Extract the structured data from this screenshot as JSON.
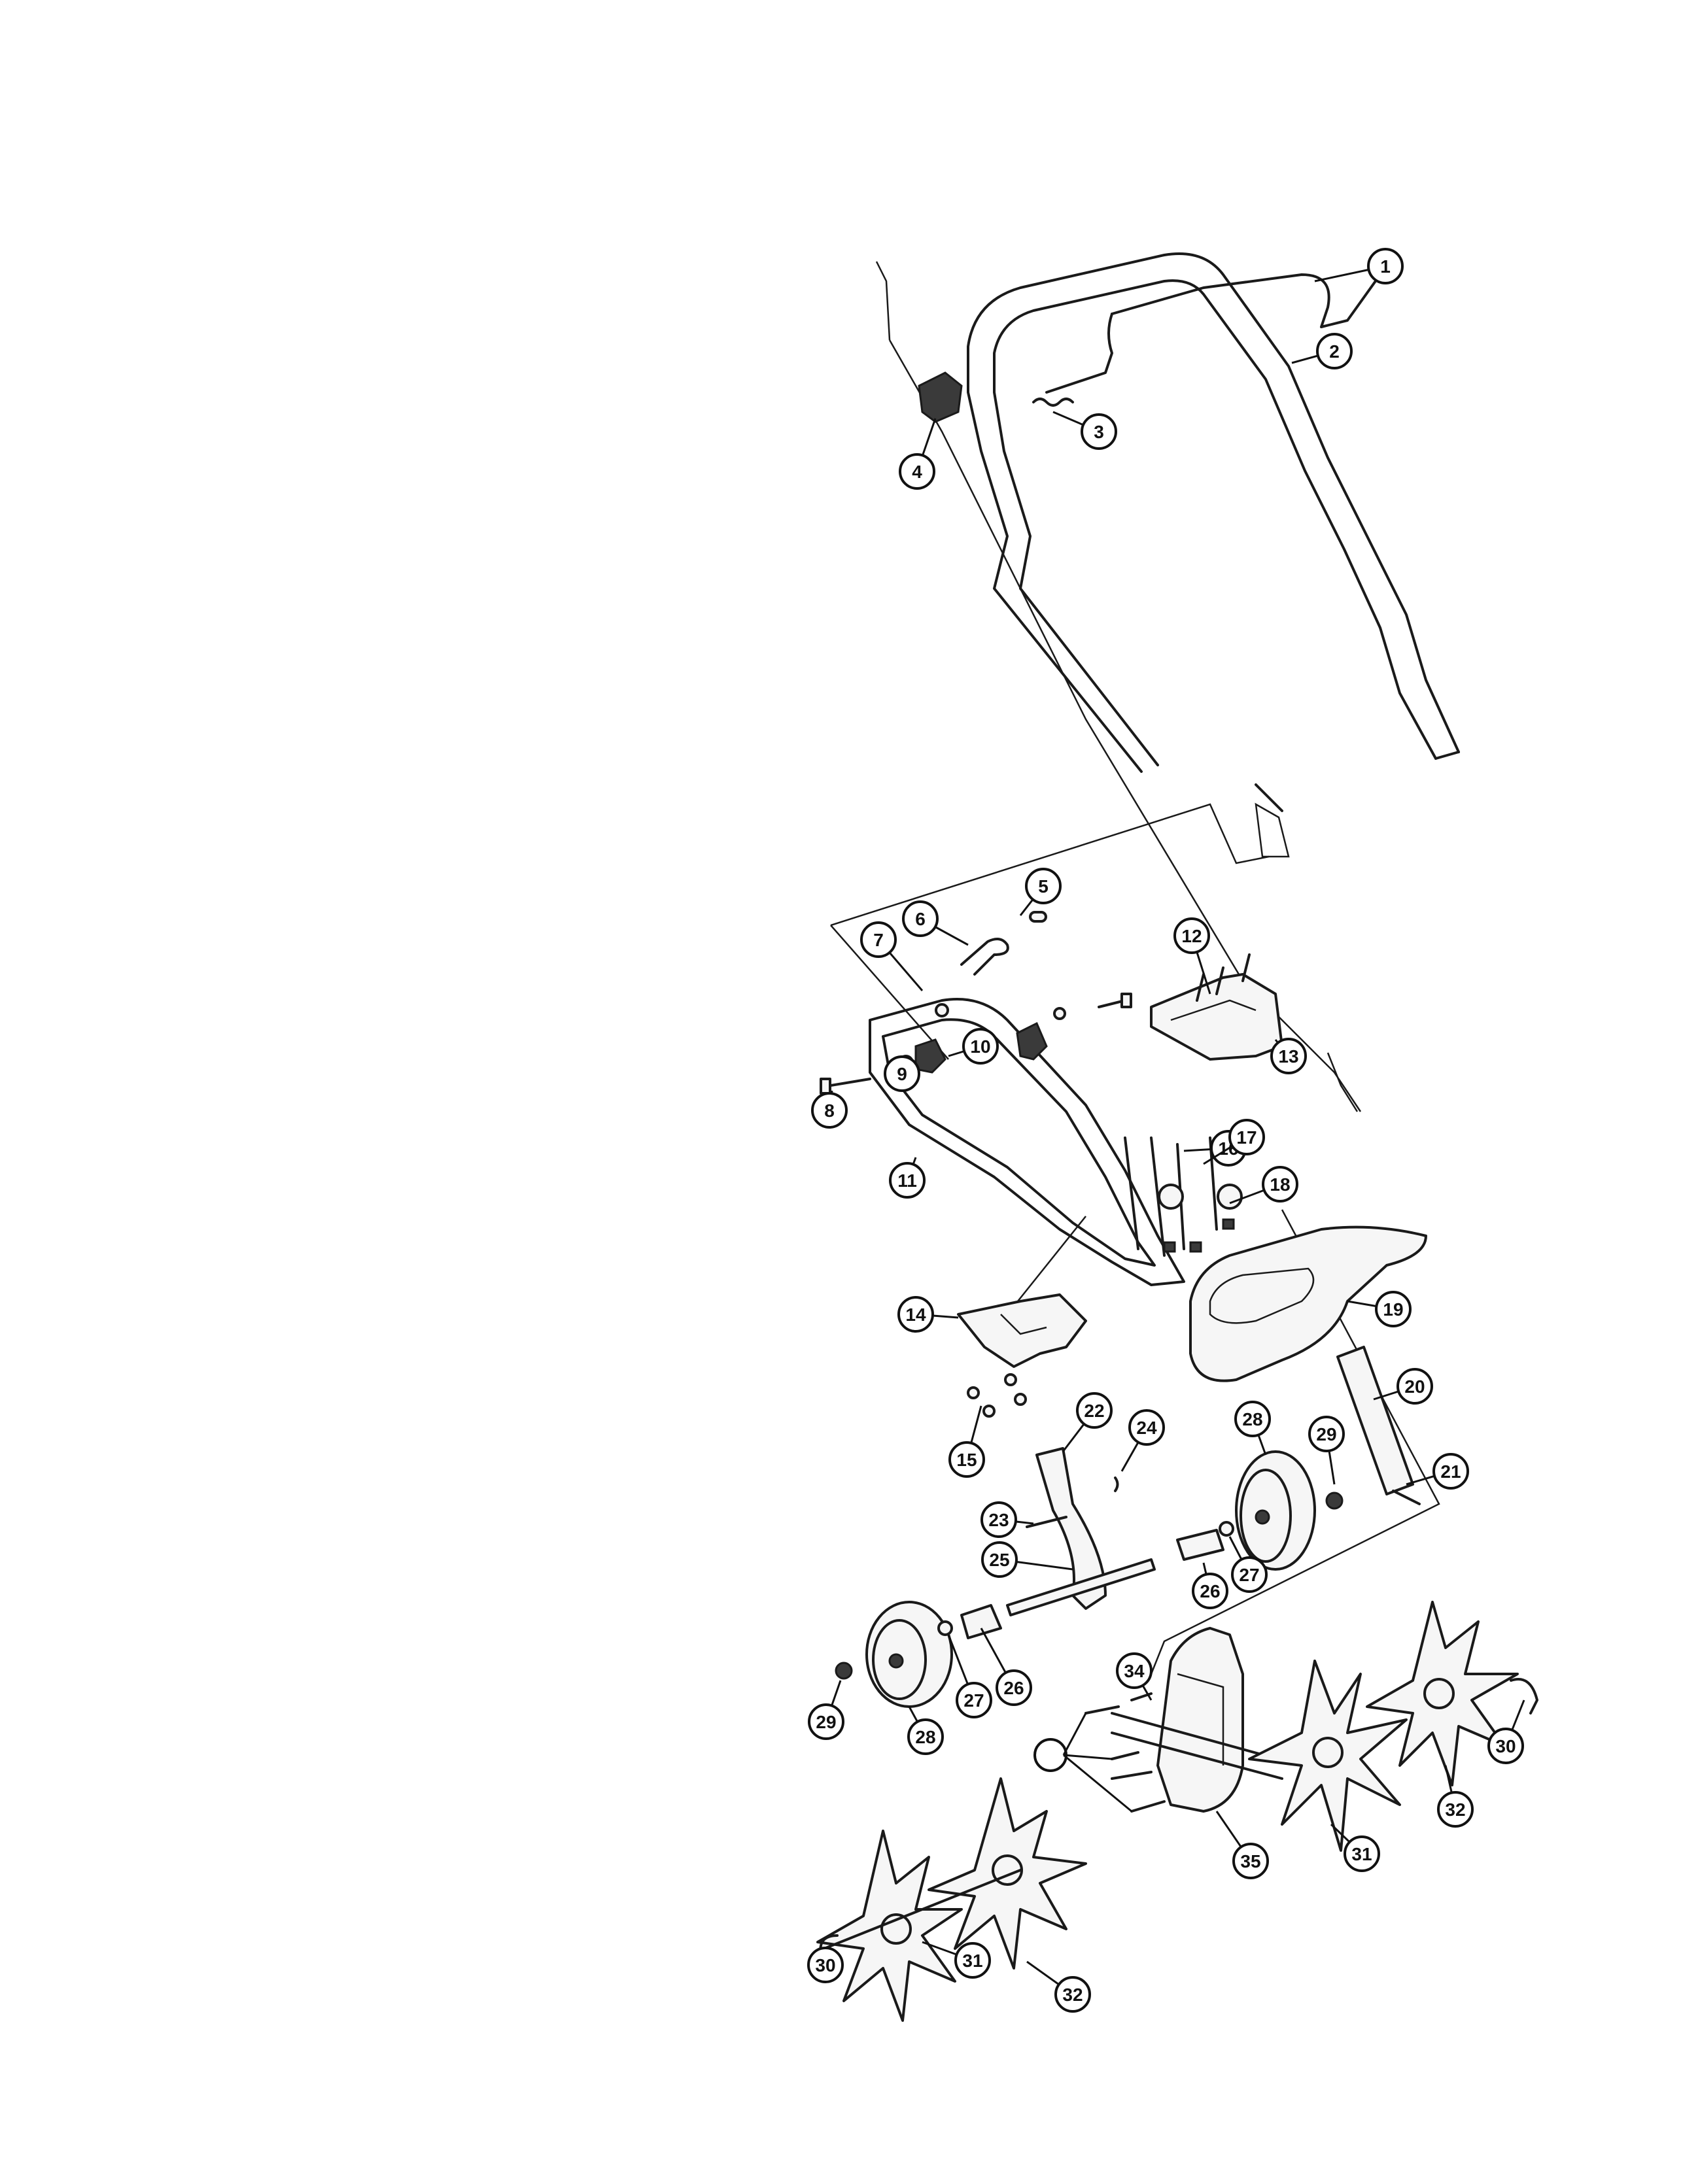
{
  "callouts": [
    "1",
    "2",
    "3",
    "4",
    "5",
    "6",
    "7",
    "8",
    "9",
    "10",
    "11",
    "12",
    "13",
    "14",
    "15",
    "16",
    "17",
    "18",
    "19",
    "20",
    "21",
    "22",
    "23",
    "24",
    "25",
    "26",
    "26",
    "27",
    "27",
    "28",
    "28",
    "29",
    "29",
    "30",
    "30",
    "31",
    "31",
    "32",
    "32",
    "34",
    "35"
  ]
}
